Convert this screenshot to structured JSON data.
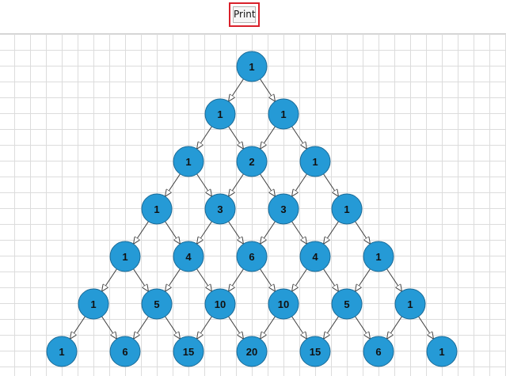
{
  "toolbar": {
    "print_label": "Print"
  },
  "diagram": {
    "node_fill": "#259ad6",
    "node_stroke": "#1b6a96",
    "edge_color": "#444444",
    "rows": [
      [
        1
      ],
      [
        1,
        1
      ],
      [
        1,
        2,
        1
      ],
      [
        1,
        3,
        3,
        1
      ],
      [
        1,
        4,
        6,
        4,
        1
      ],
      [
        1,
        5,
        10,
        10,
        5,
        1
      ],
      [
        1,
        6,
        15,
        20,
        15,
        6,
        1
      ]
    ]
  }
}
